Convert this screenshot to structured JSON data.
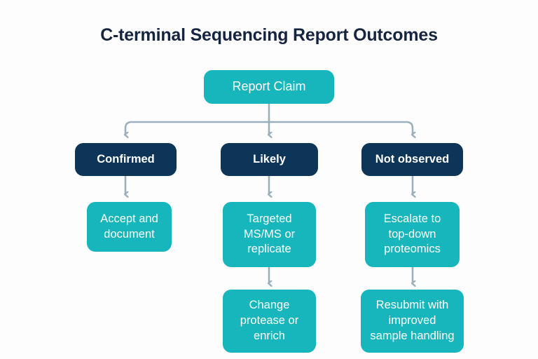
{
  "page": {
    "title": "C-terminal Sequencing Report Outcomes",
    "background_color": "#fdfdfd",
    "title_color": "#16253f"
  },
  "colors": {
    "teal": "#17b6bd",
    "navy": "#0d3557",
    "connector": "#9bb0bd",
    "node_text": "#ffffff"
  },
  "chart_data": {
    "type": "diagram",
    "diagram_type": "flowchart",
    "title": "C-terminal Sequencing Report Outcomes",
    "orientation": "top-down",
    "nodes": [
      {
        "id": "root",
        "label": "Report Claim",
        "style": "teal",
        "column": "center",
        "row": 1
      },
      {
        "id": "confirmed",
        "label": "Confirmed",
        "style": "navy",
        "column": "left",
        "row": 2
      },
      {
        "id": "likely",
        "label": "Likely",
        "style": "navy",
        "column": "center",
        "row": 2
      },
      {
        "id": "notobs",
        "label": "Not observed",
        "style": "navy",
        "column": "right",
        "row": 2
      },
      {
        "id": "accept",
        "label": "Accept and\ndocument",
        "style": "teal",
        "column": "left",
        "row": 3
      },
      {
        "id": "targeted",
        "label": "Targeted\nMS/MS or\nreplicate",
        "style": "teal",
        "column": "center",
        "row": 3
      },
      {
        "id": "escalate",
        "label": "Escalate to\ntop-down\nproteomics",
        "style": "teal",
        "column": "right",
        "row": 3
      },
      {
        "id": "protease",
        "label": "Change\nprotease or\nenrich",
        "style": "teal",
        "column": "center",
        "row": 4
      },
      {
        "id": "resubmit",
        "label": "Resubmit with\nimproved\nsample handling",
        "style": "teal",
        "column": "right",
        "row": 4
      }
    ],
    "edges": [
      {
        "from": "root",
        "to": "confirmed"
      },
      {
        "from": "root",
        "to": "likely"
      },
      {
        "from": "root",
        "to": "notobs"
      },
      {
        "from": "confirmed",
        "to": "accept"
      },
      {
        "from": "likely",
        "to": "targeted"
      },
      {
        "from": "notobs",
        "to": "escalate"
      },
      {
        "from": "targeted",
        "to": "protease"
      },
      {
        "from": "escalate",
        "to": "resubmit"
      }
    ]
  }
}
